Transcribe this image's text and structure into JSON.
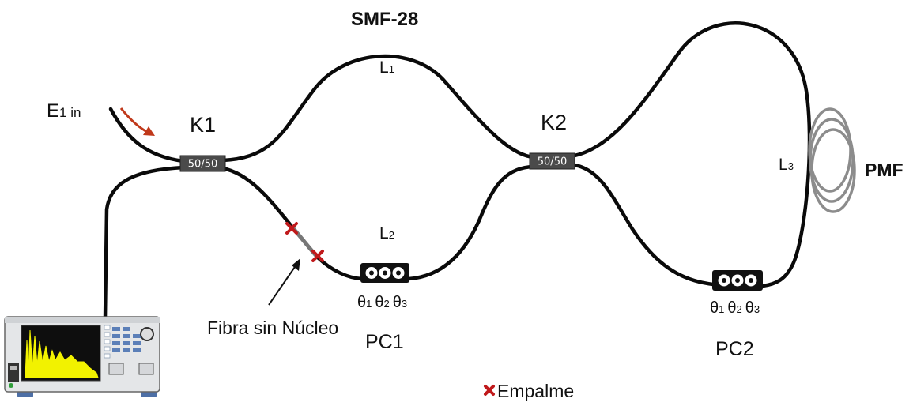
{
  "labels": {
    "input_main": "E",
    "input_sub": "1 in",
    "coupler1_name": "K1",
    "coupler1_ratio": "50/50",
    "coupler2_name": "K2",
    "coupler2_ratio": "50/50",
    "fiber_top": "SMF-28",
    "l1_main": "L",
    "l1_sub": "1",
    "l2_main": "L",
    "l2_sub": "2",
    "l3_main": "L",
    "l3_sub": "3",
    "pmf": "PMF",
    "pc1": "PC1",
    "pc2": "PC2",
    "theta": "θ",
    "t1": "1",
    "t2": "2",
    "t3": "3",
    "coreless": "Fibra sin Núcleo",
    "legend_splice": "Empalme"
  },
  "colors": {
    "fiber": "#0a0a0a",
    "coreless_fiber": "#777777",
    "splice": "#c0191b",
    "input_arrow": "#c0391b",
    "coupler": "#4a4a4a",
    "pmf_coil": "#8c8c8c",
    "osa_trace": "#f2f200"
  },
  "icons": {
    "osa": "optical-spectrum-analyzer-icon",
    "splice": "splice-cross-icon",
    "pmf_coil": "fiber-coil-icon"
  }
}
